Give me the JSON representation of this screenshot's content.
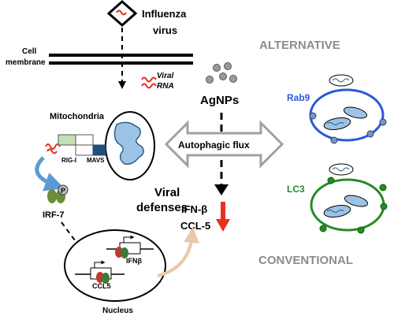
{
  "labels": {
    "influenza": "Influenza",
    "virus": "virus",
    "cell": "Cell",
    "membrane": "membrane",
    "viral": "Viral",
    "rna": "RNA",
    "agnps": "AgNPs",
    "mitochondria": "Mitochondria",
    "rig_i": "RIG-I",
    "mavs": "MAVS",
    "p": "P",
    "irf7": "IRF-7",
    "viral_defenses_1": "Viral",
    "viral_defenses_2": "defenses",
    "autophagic_flux": "Autophagic flux",
    "ifn_beta": "IFN-β",
    "ccl5_out": "CCL-5",
    "ifnb_gene": "IFNβ",
    "ccl5_gene": "CCL5",
    "nucleus": "Nucleus",
    "alternative": "ALTERNATIVE",
    "conventional": "CONVENTIONAL",
    "rab9": "Rab9",
    "lc3": "LC3"
  },
  "colors": {
    "membrane": "#000000",
    "rna": "#e0301e",
    "mito_fill": "#9cc3e6",
    "mito_outline": "#2e5f8a",
    "rig_green": "#c5e0b4",
    "mavs_blue": "#1f4e79",
    "irf_green": "#6b8e3a",
    "flux_arrow": "#a0a0a0",
    "down_arrow_red": "#e8311c",
    "curve_arrow_blue": "#5b9bd5",
    "curve_arrow_tan": "#e8c9a8",
    "promoter_red": "#c0392b",
    "promoter_green": "#3d7a3a",
    "rab9_blue": "#2a5bd7",
    "rab9_dot": "#7a95c4",
    "lc3_green": "#2a8a2a",
    "lc3_dot": "#1f8f1f",
    "gray_label": "#8c8c8c"
  },
  "icons": [
    "virus-diamond-icon",
    "rna-squiggle-icon",
    "mitochondrion-icon",
    "nanoparticle-icon",
    "phosphate-icon",
    "autophagosome-icon"
  ]
}
